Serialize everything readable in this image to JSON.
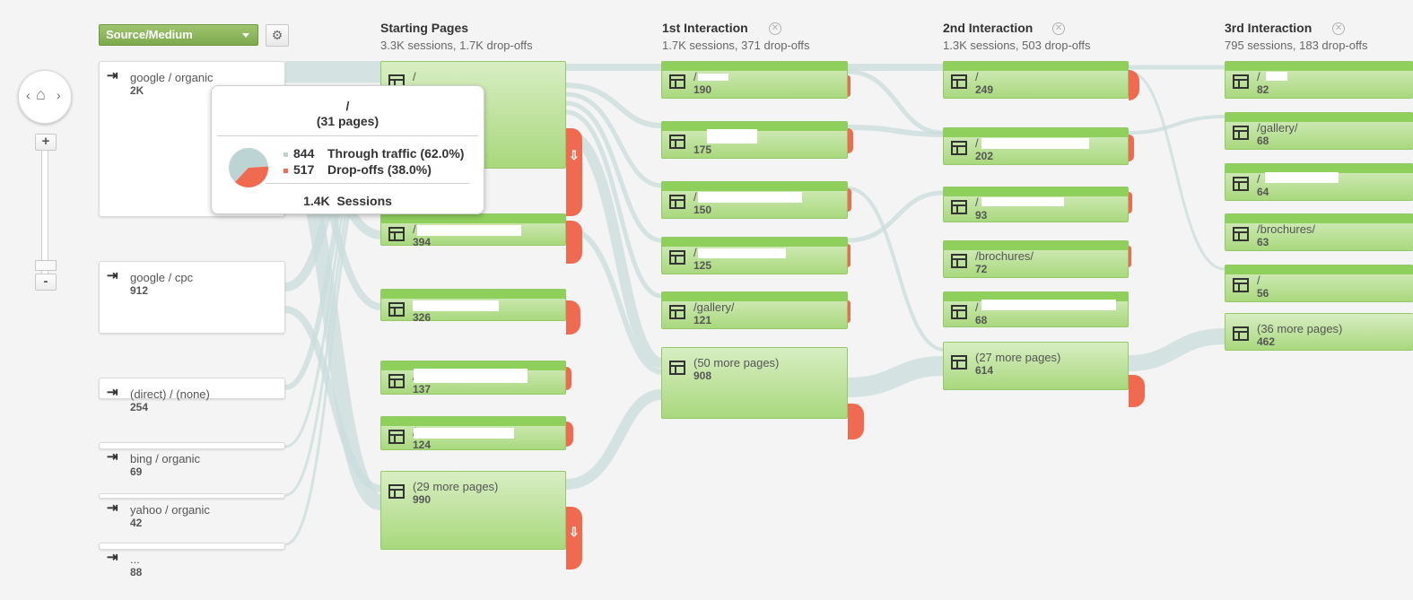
{
  "toolbar": {
    "dimension_label": "Source/Medium",
    "settings_icon": "gear-icon"
  },
  "colors": {
    "accent": "#8fcf5c",
    "flow": "#c9dcdc",
    "dropoff": "#f06a52",
    "through_traffic": "#bdd4d4",
    "node_fill": "#b9e191"
  },
  "columns": [
    {
      "title": "Starting Pages",
      "subtitle": "3.3K sessions, 1.7K drop-offs"
    },
    {
      "title": "1st Interaction",
      "subtitle": "1.7K sessions, 371 drop-offs"
    },
    {
      "title": "2nd Interaction",
      "subtitle": "1.3K sessions, 503 drop-offs"
    },
    {
      "title": "3rd Interaction",
      "subtitle": "795 sessions, 183 drop-offs"
    }
  ],
  "sources": [
    {
      "label": "google / organic",
      "count": "2K"
    },
    {
      "label": "google / cpc",
      "count": "912"
    },
    {
      "label": "(direct) / (none)",
      "count": "254"
    },
    {
      "label": "bing / organic",
      "count": "69"
    },
    {
      "label": "yahoo / organic",
      "count": "42"
    },
    {
      "label": "...",
      "count": "88"
    }
  ],
  "starting_pages": [
    {
      "label": "/",
      "count": ""
    },
    {
      "label": "/",
      "count": "394"
    },
    {
      "label": "",
      "count": "326"
    },
    {
      "label": "/",
      "count": "137"
    },
    {
      "label": "/",
      "count": "124"
    },
    {
      "label": "(29 more pages)",
      "count": "990"
    }
  ],
  "first_interaction": [
    {
      "label": "/",
      "count": "190"
    },
    {
      "label": "",
      "count": "175"
    },
    {
      "label": "/",
      "count": "150"
    },
    {
      "label": "/",
      "count": "125"
    },
    {
      "label": "/gallery/",
      "count": "121"
    },
    {
      "label": "(50 more pages)",
      "count": "908"
    }
  ],
  "second_interaction": [
    {
      "label": "/",
      "count": "249"
    },
    {
      "label": "/",
      "count": "202"
    },
    {
      "label": "/",
      "count": "93"
    },
    {
      "label": "/brochures/",
      "count": "72"
    },
    {
      "label": "/",
      "count": "68"
    },
    {
      "label": "(27 more pages)",
      "count": "614"
    }
  ],
  "third_interaction": [
    {
      "label": "/",
      "count": "82"
    },
    {
      "label": "/gallery/",
      "count": "68"
    },
    {
      "label": "/",
      "count": "64"
    },
    {
      "label": "/brochures/",
      "count": "63"
    },
    {
      "label": "/",
      "count": "56"
    },
    {
      "label": "(36 more pages)",
      "count": "462"
    }
  ],
  "tooltip": {
    "title": "/",
    "subtitle": "(31 pages)",
    "through_count": "844",
    "through_label": "Through traffic (62.0%)",
    "drop_count": "517",
    "drop_label": "Drop-offs (38.0%)",
    "sessions": "1.4K",
    "sessions_label": "Sessions",
    "through_fraction": 0.62,
    "drop_fraction": 0.38
  }
}
